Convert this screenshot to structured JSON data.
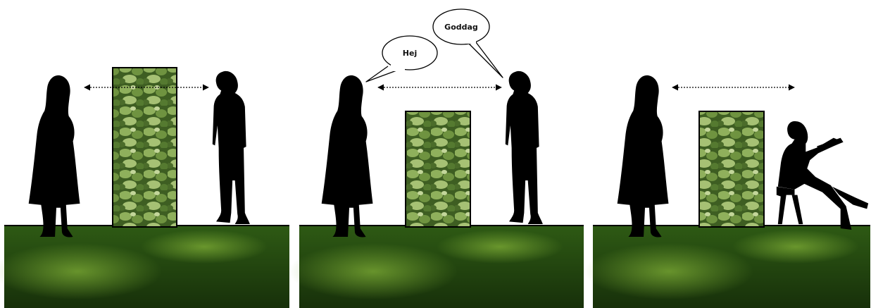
{
  "panels": [
    {
      "id": "tall-hedge",
      "hedge": "tall",
      "right_figure": "standing-man-bowed",
      "speech": []
    },
    {
      "id": "low-hedge-greeting",
      "hedge": "low",
      "right_figure": "standing-man-bowed",
      "speech": [
        {
          "speaker": "woman",
          "text": "Hej"
        },
        {
          "speaker": "man",
          "text": "Goddag"
        }
      ]
    },
    {
      "id": "low-hedge-seated",
      "hedge": "low",
      "right_figure": "seated-man-reading",
      "speech": []
    }
  ],
  "colors": {
    "silhouette": "#000000",
    "grass_dark": "#1d3a0e",
    "grass_light": "#6c9a2c",
    "hedge_dark": "#2f4a1a",
    "hedge_light": "#9bb76a",
    "bubble_fill": "#ffffff"
  },
  "icons": [
    "double-arrow-icon",
    "speech-bubble-icon",
    "woman-silhouette-icon",
    "man-silhouette-icon",
    "seated-man-icon"
  ]
}
